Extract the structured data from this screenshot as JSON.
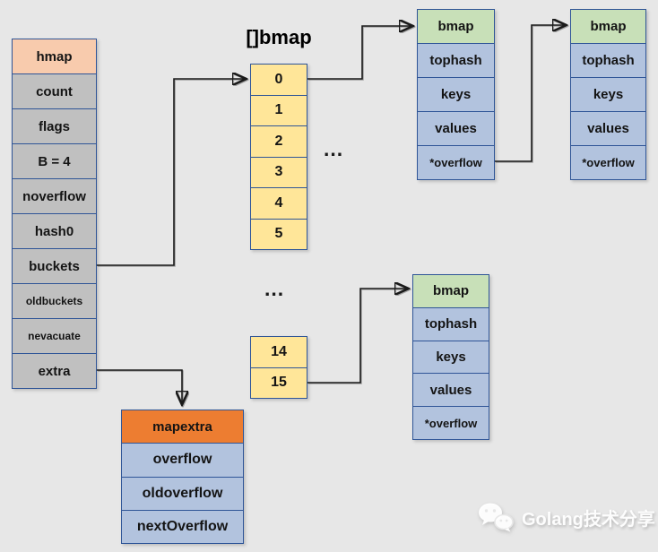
{
  "canvas": {
    "background": "#e7e7e7"
  },
  "array_title": "[]bmap",
  "ellipsis_top": "...",
  "ellipsis_mid": "...",
  "hmap": {
    "header": "hmap",
    "rows": [
      "count",
      "flags",
      "B = 4",
      "noverflow",
      "hash0",
      "buckets",
      "oldbuckets",
      "nevacuate",
      "extra"
    ]
  },
  "bucket_array": {
    "top_cells": [
      "0",
      "1",
      "2",
      "3",
      "4",
      "5"
    ],
    "bottom_cells": [
      "14",
      "15"
    ]
  },
  "bmap": {
    "header": "bmap",
    "rows": [
      "tophash",
      "keys",
      "values",
      "*overflow"
    ]
  },
  "mapextra": {
    "header": "mapextra",
    "rows": [
      "overflow",
      "oldoverflow",
      "nextOverflow"
    ]
  },
  "watermark": {
    "text": "Golang技术分享"
  },
  "colors": {
    "background": "#e7e7e7",
    "border": "#2f5597",
    "hmap_header": "#f8cbad",
    "gray_row": "#c0c0c0",
    "bucket_cell": "#ffe699",
    "bmap_header": "#c8e0b8",
    "bmap_row": "#b2c3de",
    "mapextra_header": "#ed7d31",
    "arrow": "#1a1a1a"
  }
}
